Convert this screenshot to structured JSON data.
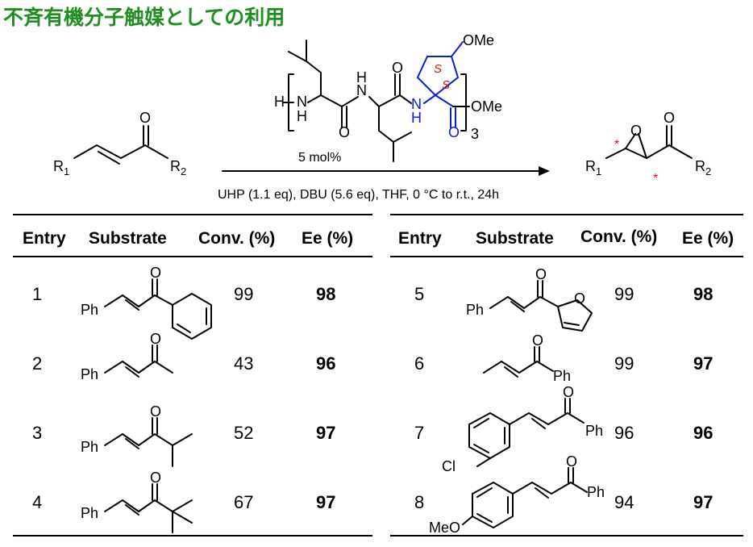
{
  "title": "不斉有機分子触媒としての利用",
  "catalyst": {
    "mol_percent": "5 mol%",
    "ome_label": "OMe",
    "co2me_label": "OMe",
    "repeat": "3",
    "stereo": "S"
  },
  "reaction": {
    "conditions": "UHP (1.1 eq), DBU (5.6 eq), THF, 0 °C to r.t., 24h",
    "r1": "R",
    "r2": "R",
    "sub1": "1",
    "sub2": "2"
  },
  "table": {
    "headers": [
      "Entry",
      "Substrate",
      "Conv. (%)",
      "Ee (%)"
    ],
    "rows": [
      {
        "entry": "1",
        "conv": "99",
        "ee": "98"
      },
      {
        "entry": "2",
        "conv": "43",
        "ee": "96"
      },
      {
        "entry": "3",
        "conv": "52",
        "ee": "97"
      },
      {
        "entry": "4",
        "conv": "67",
        "ee": "97"
      },
      {
        "entry": "5",
        "conv": "99",
        "ee": "98"
      },
      {
        "entry": "6",
        "conv": "99",
        "ee": "97"
      },
      {
        "entry": "7",
        "conv": "96",
        "ee": "96"
      },
      {
        "entry": "8",
        "conv": "94",
        "ee": "97"
      }
    ],
    "labels": {
      "ph": "Ph",
      "o": "O",
      "cl": "Cl",
      "meo": "MeO"
    }
  }
}
